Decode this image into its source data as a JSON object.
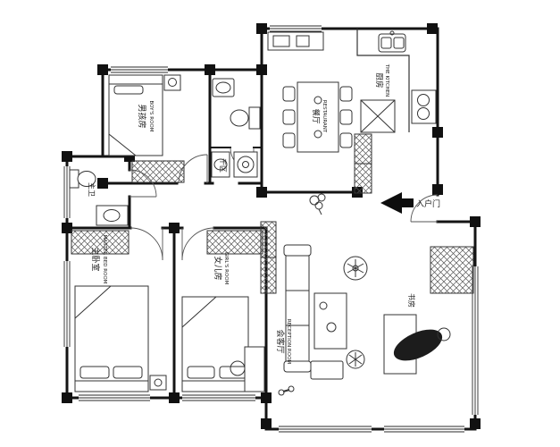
{
  "plan": {
    "labels": {
      "boys_room_cn": "男孩房",
      "boys_room_en": "BOY'S ROOM",
      "dining_cn": "餐厅",
      "dining_en": "RESTAURANT",
      "kitchen_cn": "厨房",
      "kitchen_en": "THE KITCHEN",
      "master_bath_cn": "主卫",
      "dry_area_cn": "干区",
      "master_bedroom_cn": "主卧室",
      "master_bedroom_en": "MASTER BED ROOM",
      "girls_room_cn": "女儿房",
      "girls_room_en": "GIRL'S ROOM",
      "reception_cn": "会客厅",
      "reception_en": "RECEPTION ROOM",
      "study_cn": "书房",
      "entry_cn": "入户门"
    },
    "colors": {
      "wall": "#141414",
      "line": "#333333",
      "paper": "#ffffff"
    }
  }
}
